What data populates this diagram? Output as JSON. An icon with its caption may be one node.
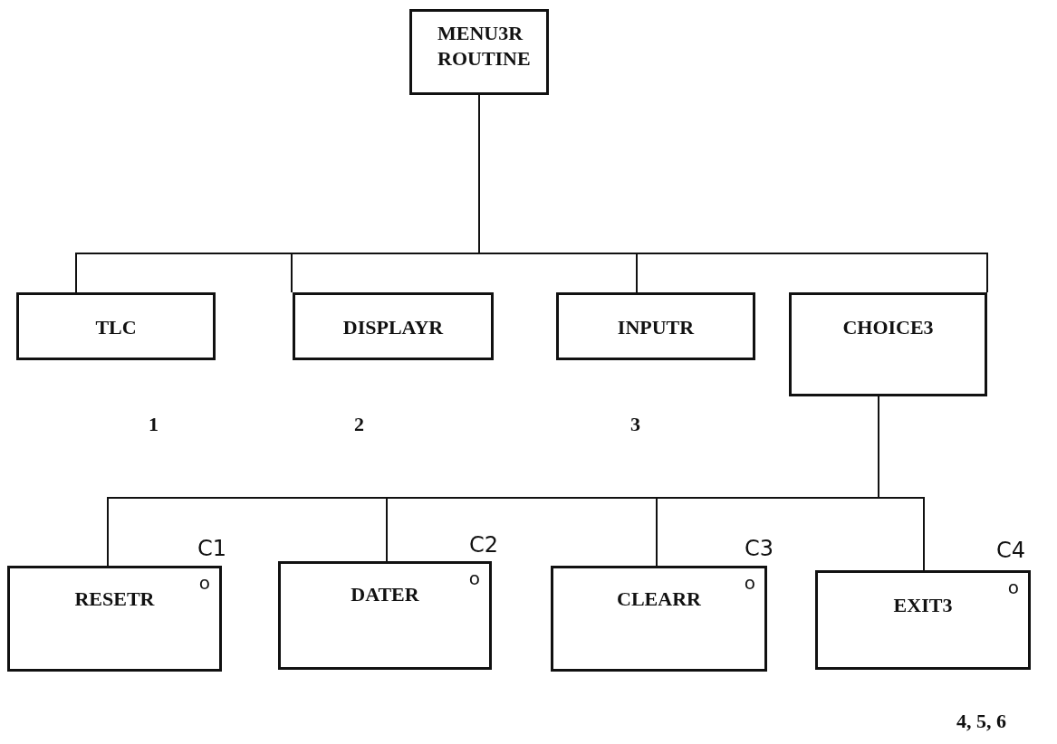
{
  "diagram": {
    "nodes": [
      {
        "text": [
          "MENU3R ROUTINE"
        ]
      },
      {
        "text": [
          "TLC"
        ]
      },
      {
        "text": [
          "DISPLAYR"
        ]
      },
      {
        "text": [
          "INPUTR"
        ]
      },
      {
        "text": [
          "CHOICE3"
        ]
      },
      {
        "text": [
          "RESETR",
          "o"
        ],
        "beside": [
          "C1"
        ]
      },
      {
        "text": [
          "DATER",
          "o"
        ],
        "beside": [
          "C2"
        ]
      },
      {
        "text": [
          "CLEARR",
          "o"
        ],
        "beside": [
          "C3"
        ]
      },
      {
        "text": [
          "EXIT3",
          "o"
        ],
        "beside": [
          "C4"
        ]
      }
    ],
    "edges": [
      {
        "from": 0,
        "to": 1,
        "arrow": "none"
      },
      {
        "from": 0,
        "to": 2,
        "arrow": "none"
      },
      {
        "from": 0,
        "to": 3,
        "arrow": "none"
      },
      {
        "from": 0,
        "to": 4,
        "arrow": "none"
      },
      {
        "from": 4,
        "to": 5,
        "arrow": "none"
      },
      {
        "from": 4,
        "to": 6,
        "arrow": "none"
      },
      {
        "from": 4,
        "to": 7,
        "arrow": "none"
      },
      {
        "from": 4,
        "to": 8,
        "arrow": "none"
      }
    ],
    "labels": [
      "1",
      "2",
      "3",
      "4, 5, 6"
    ]
  }
}
